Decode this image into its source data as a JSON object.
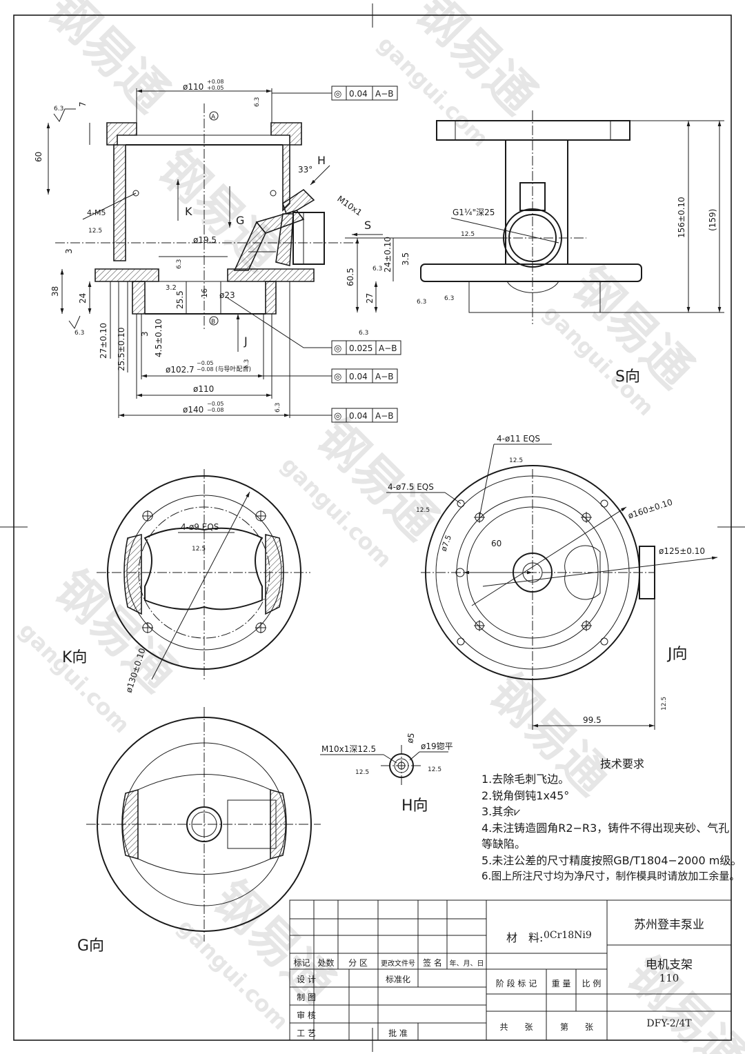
{
  "views": {
    "s_label": "S向",
    "k_label": "K向",
    "j_label": "J向",
    "g_label": "G向",
    "h_label": "H向"
  },
  "section_markers": {
    "k": "K",
    "g": "G",
    "j": "J",
    "s": "S",
    "h": "H"
  },
  "datums": {
    "a": "A",
    "b": "B"
  },
  "dimensions": {
    "top_dia": "ø110",
    "top_dia_tol_upper": "+0.08",
    "top_dia_tol_lower": "+0.05",
    "d7": "7",
    "d60": "60",
    "angle33": "33°",
    "m10x1": "M10x1",
    "m5": "4-M5",
    "d19_5": "ø19.5",
    "d3": "3",
    "d38": "38",
    "d24": "24",
    "d3_2": "3.2",
    "d25_5": "25.5",
    "d16": "16",
    "d23": "ø23",
    "d27": "27±0.10",
    "d25_5b": "25.5±0.10",
    "d3b": "3",
    "d4_5": "4.5±0.10",
    "d102_7": "ø102.7",
    "d102_7_tol_upper": "−0.05",
    "d102_7_tol_lower": "−0.08",
    "d102_7_note": "(与导叶配合)",
    "d110b": "ø110",
    "d140": "ø140",
    "d140_tol_upper": "−0.05",
    "d140_tol_lower": "−0.08",
    "g14": "G1¼\"深25",
    "d60_5": "60.5",
    "d24_2": "24±0.10",
    "d3_5": "3.5",
    "d27b": "27",
    "d156": "156±0.10",
    "d159": "(159)",
    "k_holes": "4-ø9 EQS",
    "k_dia130": "ø130±0.10",
    "j_holes11": "4-ø11 EQS",
    "j_holes7_5": "4-ø7.5 EQS",
    "j_d160": "ø160±0.10",
    "j_d125": "ø125±0.10",
    "j_d60": "60",
    "j_d7_5": "ø7.5",
    "j_d99_5": "99.5",
    "h_m10": "M10x1深12.5",
    "h_d5": "ø5",
    "h_d19": "ø19锪平"
  },
  "tolerances": {
    "t1": {
      "symbol": "◎",
      "value": "0.04",
      "datum": "A−B"
    },
    "t2": {
      "symbol": "◎",
      "value": "0.025",
      "datum": "A−B"
    },
    "t3": {
      "symbol": "◎",
      "value": "0.04",
      "datum": "A−B"
    },
    "t4": {
      "symbol": "◎",
      "value": "0.04",
      "datum": "A−B"
    }
  },
  "roughness": {
    "r63": "6.3",
    "r125": "12.5",
    "r32": "3.2"
  },
  "tech_requirements": {
    "title": "技术要求",
    "items": [
      "1.去除毛刺飞边。",
      "2.锐角倒钝1x45°",
      "3.其余",
      "4.未注铸造圆角R2−R3，铸件不得出现夹砂、气孔等缺陷。",
      "5.未注公差的尺寸精度按照GB/T1804−2000 m级。",
      "6.图上所注尺寸均为净尺寸，制作模具时请放加工余量。"
    ]
  },
  "title_block": {
    "material_label": "材　料:",
    "material": "0Cr18Ni9",
    "company": "苏州登丰泵业",
    "part_name": "电机支架",
    "part_size": "110",
    "drawing_no": "DFY-2/4T",
    "headers": [
      "标记",
      "处数",
      "分 区",
      "更改文件号",
      "签 名",
      "年、月、日"
    ],
    "rows": [
      "设 计",
      "制 图",
      "审 核",
      "工 艺"
    ],
    "standardize": "标准化",
    "approve": "批 准",
    "stage": "阶 段 标 记",
    "weight": "重 量",
    "ratio": "比 例",
    "total": "共　　张",
    "sheet": "第　　张"
  },
  "watermark": {
    "logo": "钢易通",
    "url": "gangui.com"
  }
}
